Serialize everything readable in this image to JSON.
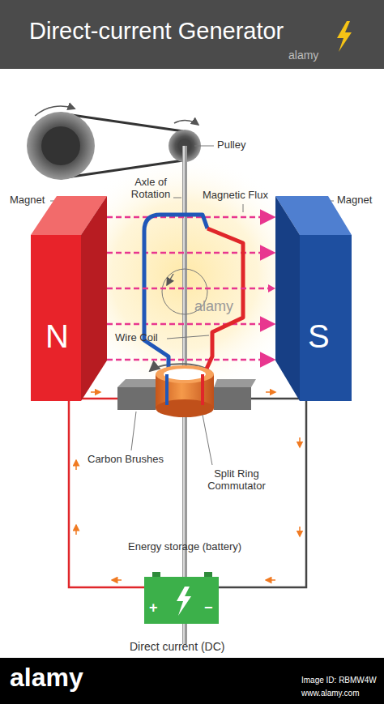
{
  "diagram": {
    "title": "Direct-current Generator",
    "caption": "Direct current (DC)",
    "nodes": [
      {
        "text": [
          "N"
        ]
      },
      {
        "text": [
          "S"
        ]
      }
    ],
    "edges": [
      {
        "from": 0,
        "to": 1,
        "arrow": "to"
      }
    ],
    "labels": [
      "Pulley",
      "Axle of Rotation",
      "Magnet",
      "Magnetic Flux",
      "Magnet",
      "Wire Coil",
      "Carbon Brushes",
      "Split Ring Commutator",
      "Energy storage (battery)",
      "+",
      "−",
      "alamy",
      "alamy",
      "alamy",
      "www.alamy.com",
      "Image ID: RBMW4W"
    ]
  }
}
